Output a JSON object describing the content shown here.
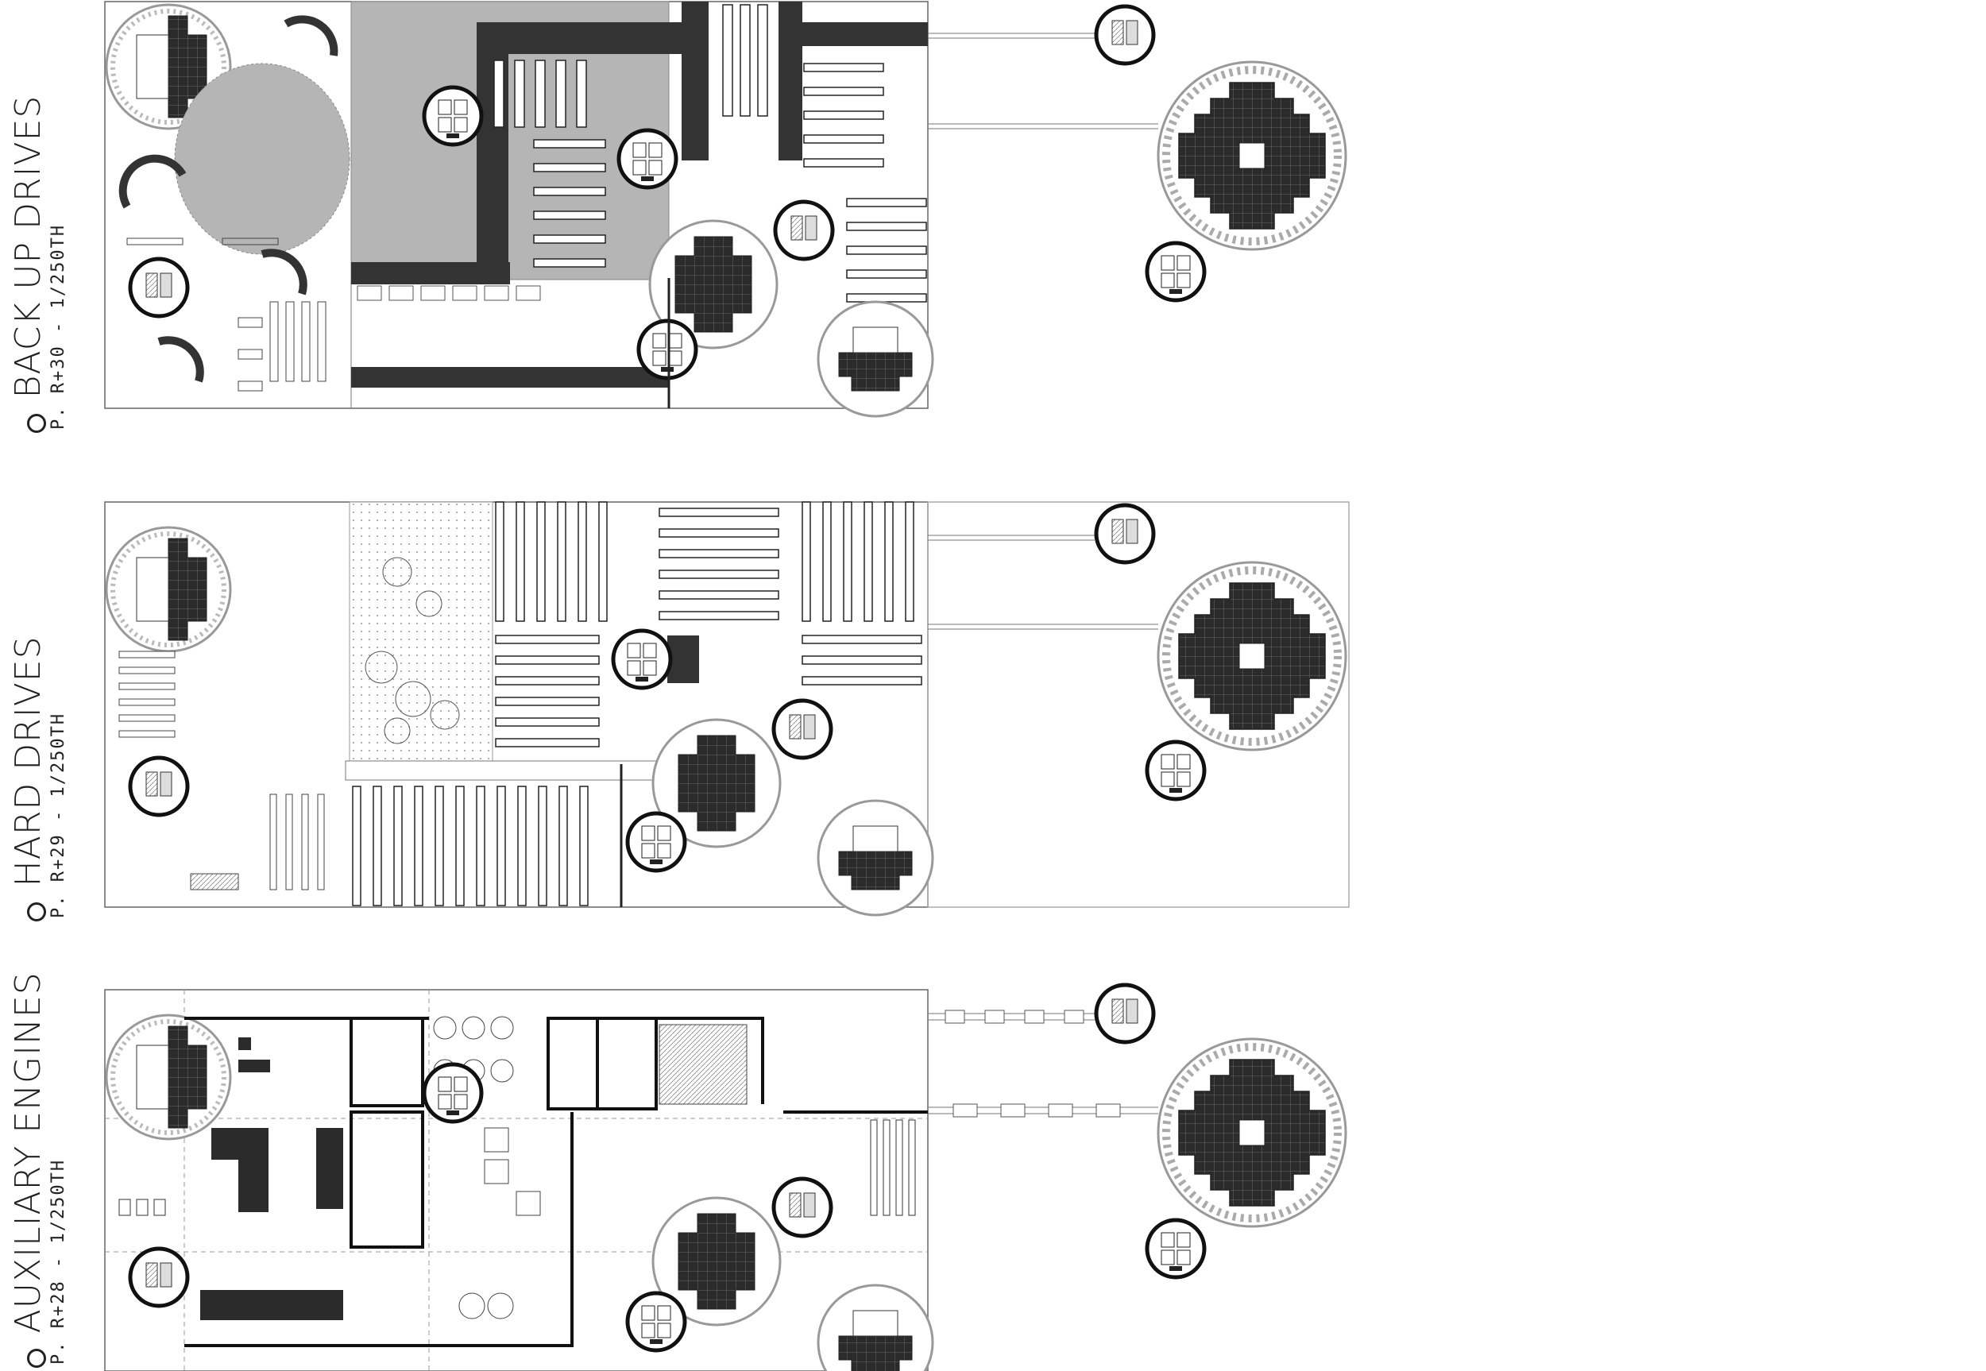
{
  "sheet": {
    "plans": [
      {
        "id": "backup",
        "title": "BACK UP DRIVES",
        "scale": "P. R+30 - 1/250TH"
      },
      {
        "id": "hard",
        "title": "HARD DRIVES",
        "scale": "P. R+29 - 1/250TH"
      },
      {
        "id": "aux",
        "title": "AUXILIARY ENGINES",
        "scale": "P. R+28 - 1/250TH"
      }
    ]
  },
  "colors": {
    "ink": "#111111",
    "wall": "#3a3a3a",
    "grey_fill": "#b5b5b5",
    "light_grey": "#d9d9d9",
    "line": "#555555"
  }
}
